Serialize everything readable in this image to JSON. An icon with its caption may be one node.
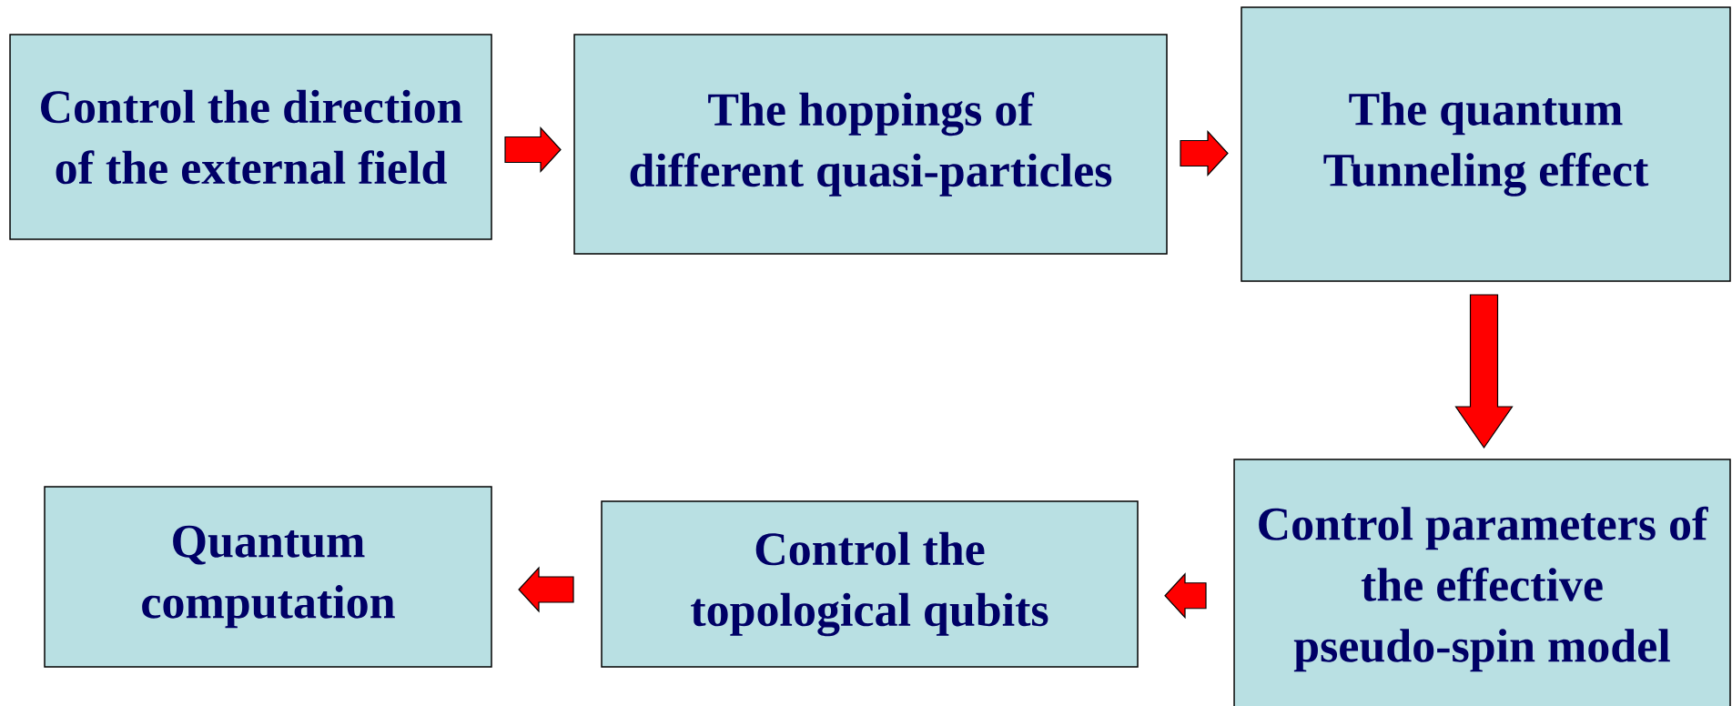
{
  "diagram": {
    "nodes": [
      {
        "text": [
          "Control the direction of the external field"
        ]
      },
      {
        "text": [
          "The hoppings of different quasi-particles"
        ]
      },
      {
        "text": [
          "The quantum Tunneling effect"
        ]
      },
      {
        "text": [
          "Control parameters of the effective pseudo-spin model"
        ]
      },
      {
        "text": [
          "Control the topological qubits"
        ]
      },
      {
        "text": [
          "Quantum computation"
        ]
      }
    ],
    "edges": [
      {
        "from": 0,
        "to": 1,
        "arrow": "to"
      },
      {
        "from": 1,
        "to": 2,
        "arrow": "to"
      },
      {
        "from": 2,
        "to": 3,
        "arrow": "to"
      },
      {
        "from": 3,
        "to": 4,
        "arrow": "to"
      },
      {
        "from": 4,
        "to": 5,
        "arrow": "to"
      }
    ]
  }
}
